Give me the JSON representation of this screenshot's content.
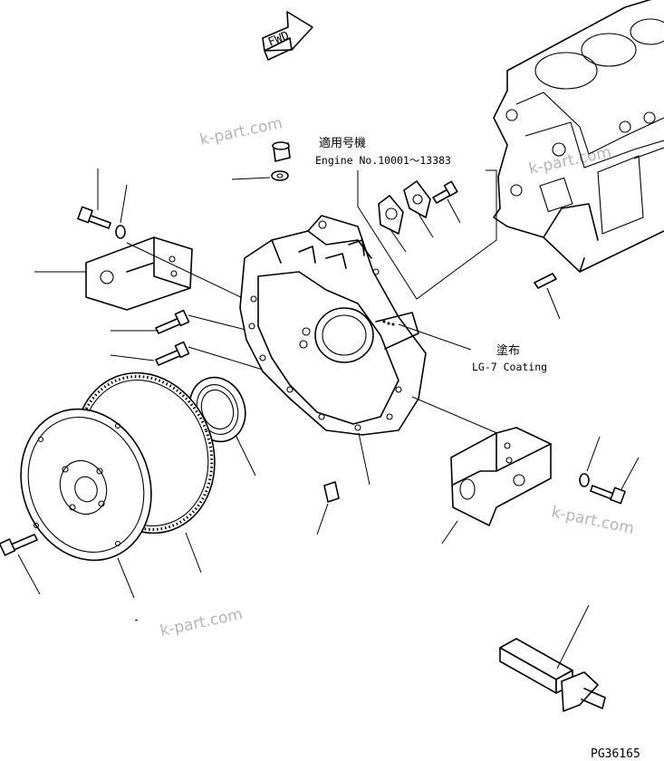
{
  "note": {
    "applicable_jp": "適用号機",
    "engine_range": "Engine No.10001〜13383"
  },
  "coating": {
    "label_jp": "塗布",
    "label_en": "LG-7 Coating"
  },
  "fwd_label": "FWD",
  "drawing_id": "PG36165",
  "watermarks": [
    "k-part.com",
    "k-part.com",
    "k-part.com",
    "k-part.com"
  ]
}
